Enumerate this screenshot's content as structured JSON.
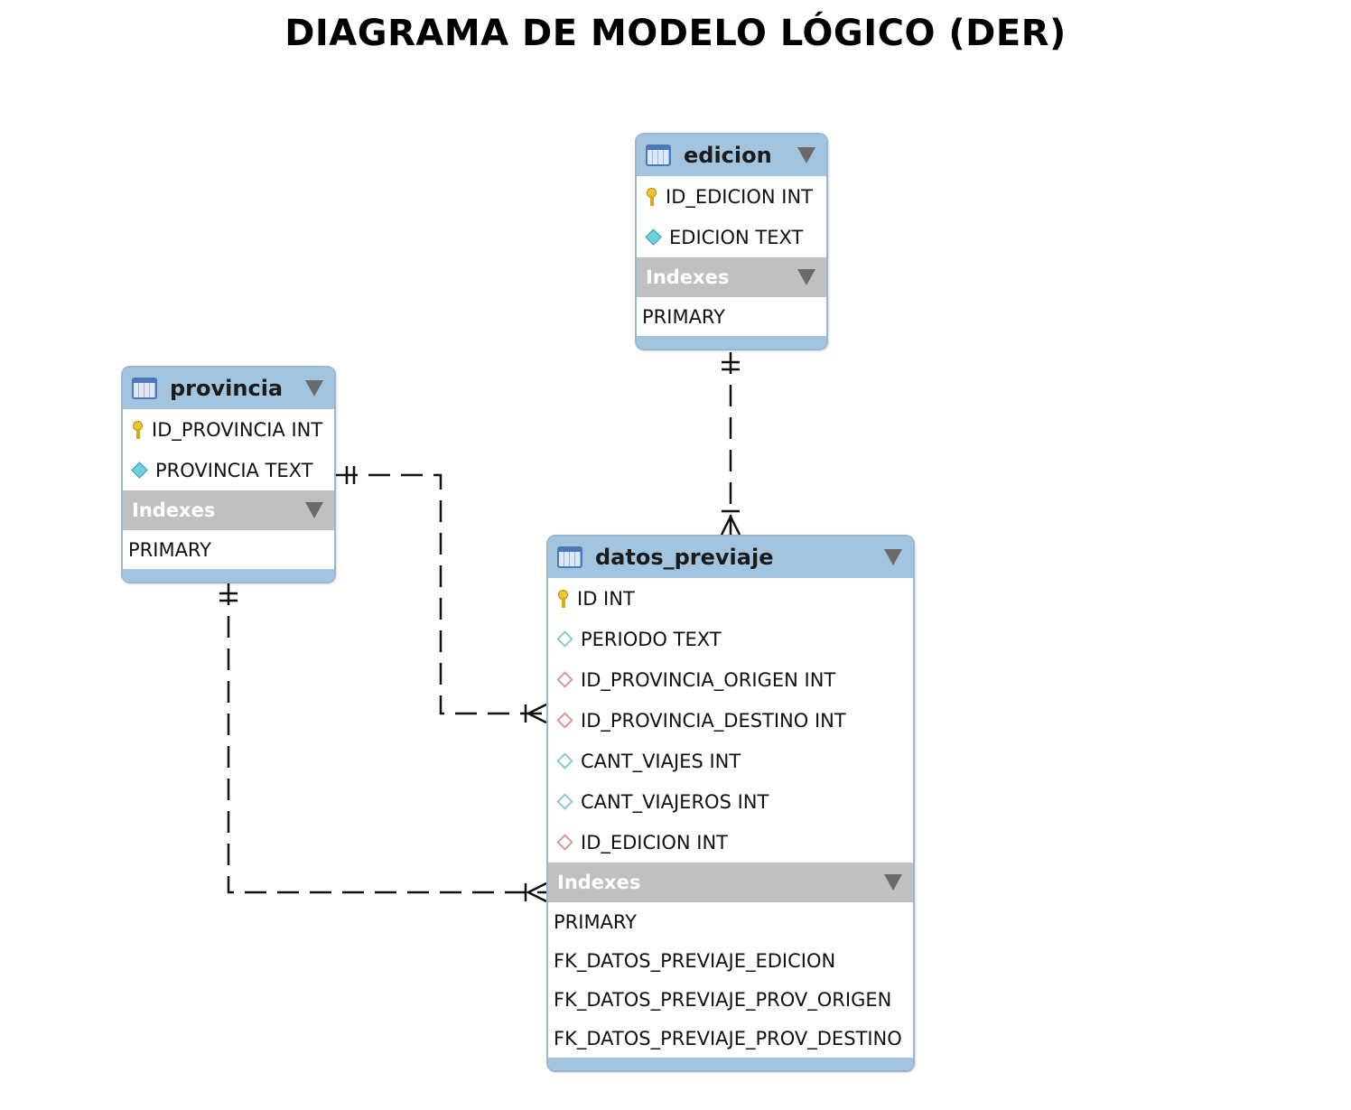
{
  "title": "DIAGRAMA DE MODELO LÓGICO (DER)",
  "indexes_label": "Indexes",
  "entities": {
    "edicion": {
      "name": "edicion",
      "columns": [
        "ID_EDICION INT",
        "EDICION TEXT"
      ],
      "indexes": [
        "PRIMARY"
      ]
    },
    "provincia": {
      "name": "provincia",
      "columns": [
        "ID_PROVINCIA INT",
        "PROVINCIA TEXT"
      ],
      "indexes": [
        "PRIMARY"
      ]
    },
    "datos_previaje": {
      "name": "datos_previaje",
      "columns": [
        "ID INT",
        "PERIODO TEXT",
        "ID_PROVINCIA_ORIGEN INT",
        "ID_PROVINCIA_DESTINO INT",
        "CANT_VIAJES INT",
        "CANT_VIAJEROS INT",
        "ID_EDICION INT"
      ],
      "indexes": [
        "PRIMARY",
        "FK_DATOS_PREVIAJE_EDICION",
        "FK_DATOS_PREVIAJE_PROV_ORIGEN",
        "FK_DATOS_PREVIAJE_PROV_DESTINO"
      ]
    }
  },
  "colors": {
    "header": "#a3c4df",
    "border": "#9ab7d2",
    "indexes_header": "#c0c0c0",
    "primary_key": "#f2c230",
    "column_diamond": "#6cd0dd",
    "foreign_key_diamond": "#d79a9a"
  },
  "icons": {
    "table": "table-icon",
    "primary_key": "key-icon",
    "column": "diamond-icon",
    "collapse": "triangle-down-icon"
  }
}
